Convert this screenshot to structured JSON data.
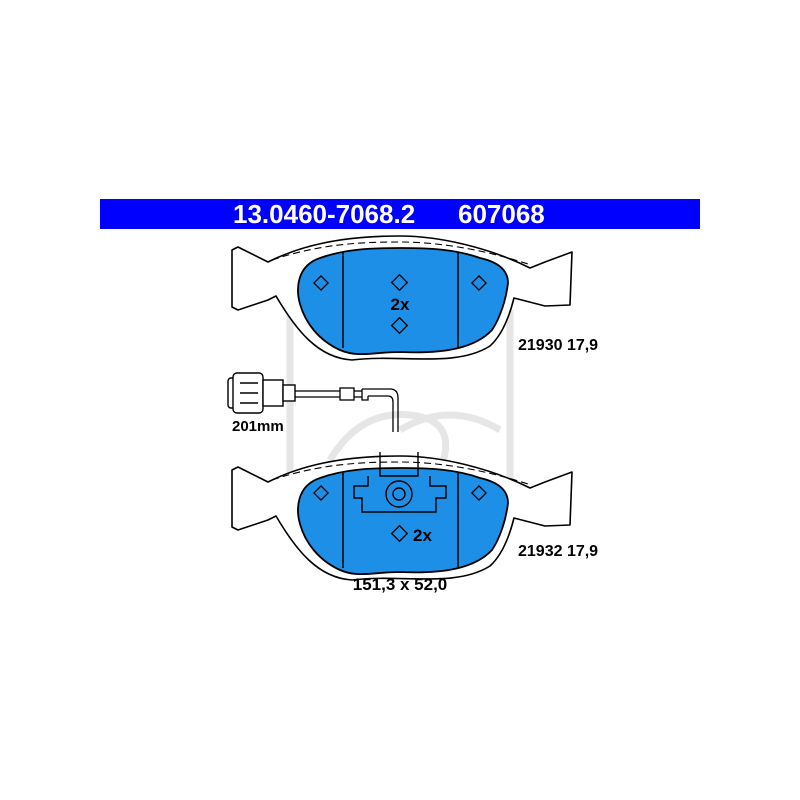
{
  "header": {
    "article_number": "13.0460-7068.2",
    "ean_code": "607068",
    "background_color": "#0000ff",
    "text_color": "#ffffff"
  },
  "pads": [
    {
      "quantity": "2x",
      "spec": "21930 17,9",
      "has_wear_sensor": false
    },
    {
      "quantity": "2x",
      "spec": "21932 17,9",
      "has_wear_sensor": true
    }
  ],
  "wear_sensor": {
    "cable_length": "201mm"
  },
  "dimensions": "151,3 x 52,0",
  "colors": {
    "friction_material": "#1e8fe6",
    "outline": "#000000",
    "watermark": "#e9e9e9"
  }
}
